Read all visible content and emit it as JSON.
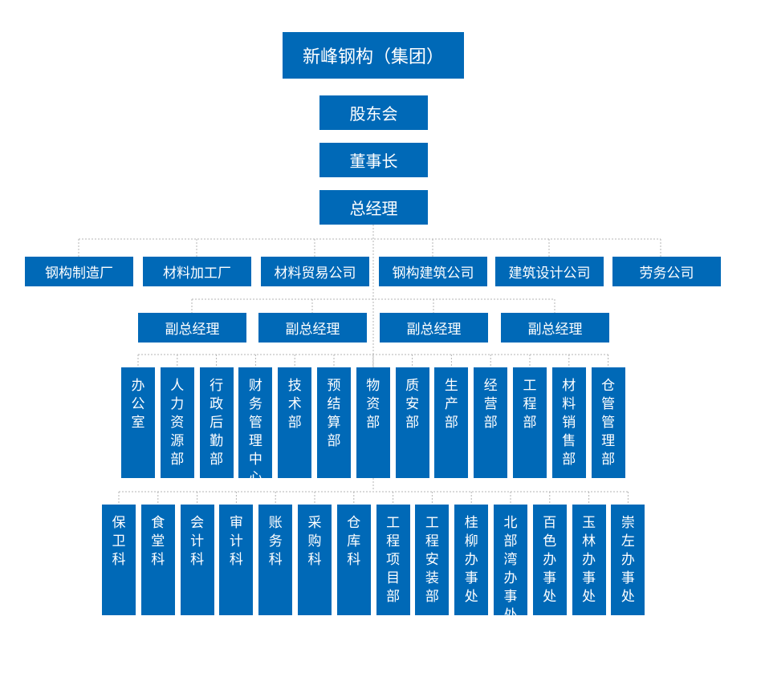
{
  "org": {
    "top": "新峰钢构（集团）",
    "shareholders": "股东会",
    "chairman": "董事长",
    "gm": "总经理",
    "companies": [
      "钢构制造厂",
      "材料加工厂",
      "材料贸易公司",
      "钢构建筑公司",
      "建筑设计公司",
      "劳务公司"
    ],
    "deputies": [
      "副总经理",
      "副总经理",
      "副总经理",
      "副总经理"
    ],
    "departments": [
      "办公室",
      "人力资源部",
      "行政后勤部",
      "财务管理中心",
      "技术部",
      "预结算部",
      "物资部",
      "质安部",
      "生产部",
      "经营部",
      "工程部",
      "材料销售部",
      "仓管管理部"
    ],
    "sections": [
      "保卫科",
      "食堂科",
      "会计科",
      "审计科",
      "账务科",
      "采购科",
      "仓库科",
      "工程项目部",
      "工程安装部",
      "桂柳办事处",
      "北部湾办事处",
      "百色办事处",
      "玉林办事处",
      "崇左办事处"
    ]
  }
}
